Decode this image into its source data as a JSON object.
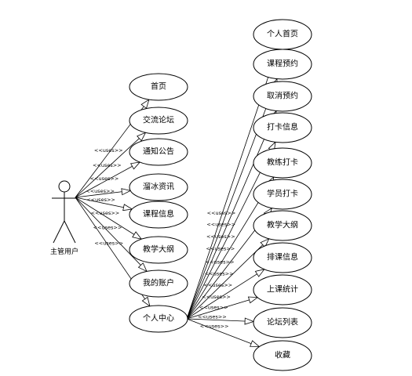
{
  "actor": {
    "label": "主管用户"
  },
  "stereotype": "<<uses>>",
  "left_use_cases": [
    {
      "id": "home",
      "label": "首页"
    },
    {
      "id": "forum",
      "label": "交流论坛"
    },
    {
      "id": "notice",
      "label": "通知公告"
    },
    {
      "id": "skating-news",
      "label": "溜冰资讯"
    },
    {
      "id": "course-info",
      "label": "课程信息"
    },
    {
      "id": "syllabus",
      "label": "教学大纲"
    },
    {
      "id": "my-account",
      "label": "我的账户"
    },
    {
      "id": "personal-center",
      "label": "个人中心"
    }
  ],
  "right_use_cases": [
    {
      "id": "personal-home",
      "label": "个人首页"
    },
    {
      "id": "course-booking",
      "label": "课程预约"
    },
    {
      "id": "cancel-booking",
      "label": "取消预约"
    },
    {
      "id": "checkin-info",
      "label": "打卡信息"
    },
    {
      "id": "coach-checkin",
      "label": "教练打卡"
    },
    {
      "id": "student-checkin",
      "label": "学员打卡"
    },
    {
      "id": "center-syllabus",
      "label": "教学大纲"
    },
    {
      "id": "schedule-info",
      "label": "排课信息"
    },
    {
      "id": "class-stats",
      "label": "上课统计"
    },
    {
      "id": "forum-list",
      "label": "论坛列表"
    },
    {
      "id": "favorites",
      "label": "收藏"
    }
  ]
}
